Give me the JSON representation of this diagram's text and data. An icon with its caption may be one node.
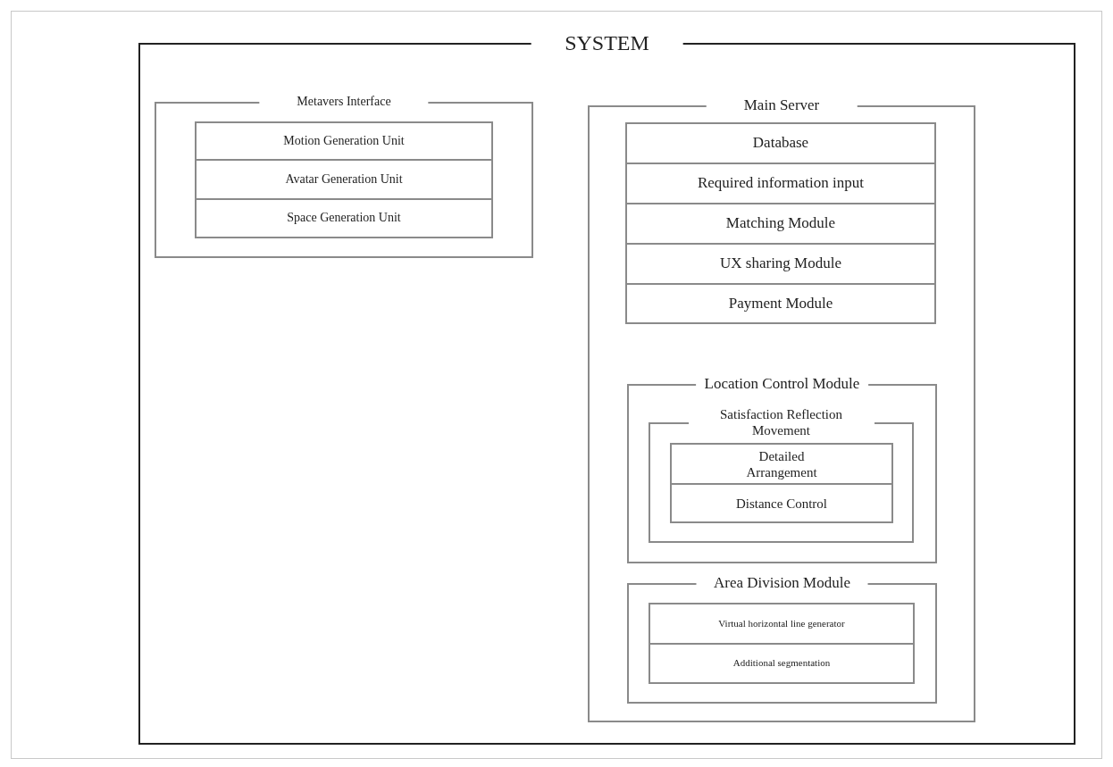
{
  "diagram": {
    "nodes": [
      {
        "text": [
          "SYSTEM"
        ]
      },
      {
        "text": [
          "Metavers Interface"
        ],
        "in": 0
      },
      {
        "text": [
          "Motion Generation Unit"
        ],
        "in": 1
      },
      {
        "text": [
          "Avatar Generation Unit"
        ],
        "in": 1
      },
      {
        "text": [
          "Space Generation Unit"
        ],
        "in": 1
      },
      {
        "text": [
          "Main Server"
        ],
        "in": 0
      },
      {
        "text": [
          "Database"
        ],
        "in": 5
      },
      {
        "text": [
          "Required information input"
        ],
        "in": 5
      },
      {
        "text": [
          "Matching Module"
        ],
        "in": 5
      },
      {
        "text": [
          "UX sharing Module"
        ],
        "in": 5
      },
      {
        "text": [
          "Payment Module"
        ],
        "in": 5
      },
      {
        "text": [
          "Location Control Module"
        ],
        "in": 5
      },
      {
        "text": [
          "Satisfaction Reflection Movement"
        ],
        "in": 11
      },
      {
        "text": [
          "Detailed Arrangement"
        ],
        "in": 12
      },
      {
        "text": [
          "Distance Control"
        ],
        "in": 12
      },
      {
        "text": [
          "Area Division Module"
        ],
        "in": 5
      },
      {
        "text": [
          "Virtual horizontal line generator"
        ],
        "in": 15
      },
      {
        "text": [
          "Additional segmentation"
        ],
        "in": 15
      }
    ],
    "edges": []
  }
}
